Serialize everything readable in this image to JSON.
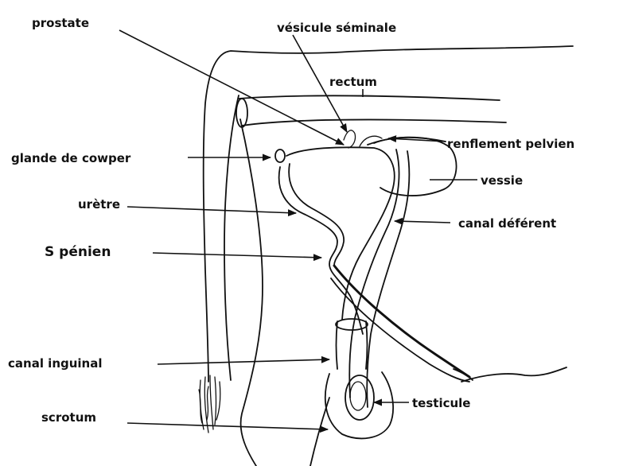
{
  "labels": {
    "prostate": "prostate",
    "vesicule_seminale": "vésicule séminale",
    "rectum": "rectum",
    "renflement_pelvien": "renflement pelvien",
    "glande_de_cowper": "glande de cowper",
    "vessie": "vessie",
    "uretre": "urètre",
    "canal_deferent": "canal déférent",
    "s_penien": "S pénien",
    "canal_inguinal": "canal inguinal",
    "testicule": "testicule",
    "scrotum": "scrotum"
  }
}
